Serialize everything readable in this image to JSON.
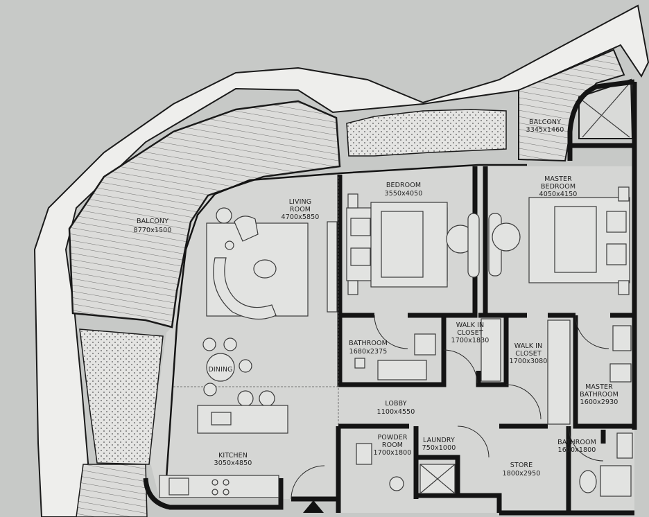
{
  "rooms": {
    "balcony_west": {
      "name": "BALCONY",
      "size": "8770x1500"
    },
    "balcony_east": {
      "name": "BALCONY",
      "size": "3345x1460"
    },
    "living_room": {
      "name_line1": "LIVING",
      "name_line2": "ROOM",
      "size": "4700x5850"
    },
    "bedroom": {
      "name": "BEDROOM",
      "size": "3550x4050"
    },
    "master_bedroom": {
      "name_line1": "MASTER",
      "name_line2": "BEDROOM",
      "size": "4050x4150"
    },
    "dining": {
      "name": "DINING"
    },
    "bathroom_1": {
      "name": "BATHROOM",
      "size": "1680x2375"
    },
    "walk_in_closet_1": {
      "name_line1": "WALK IN",
      "name_line2": "CLOSET",
      "size": "1700x1830"
    },
    "walk_in_closet_2": {
      "name_line1": "WALK IN",
      "name_line2": "CLOSET",
      "size": "1700x3080"
    },
    "master_bathroom": {
      "name_line1": "MASTER",
      "name_line2": "BATHROOM",
      "size": "1600x2930"
    },
    "lobby": {
      "name": "LOBBY",
      "size": "1100x4550"
    },
    "powder_room": {
      "name_line1": "POWDER",
      "name_line2": "ROOM",
      "size": "1700x1800"
    },
    "laundry": {
      "name": "LAUNDRY",
      "size": "750x1000"
    },
    "bathroom_2": {
      "name": "BATHROOM",
      "size": "1600x1800"
    },
    "kitchen": {
      "name": "KITCHEN",
      "size": "3050x4850"
    },
    "store": {
      "name": "STORE",
      "size": "1800x2950"
    }
  },
  "colors": {
    "background": "#c7c9c7",
    "interior_floor": "#d5d6d4",
    "outer_band": "#eeeeec",
    "walls": "#141414",
    "furniture": "#e2e3e1"
  }
}
